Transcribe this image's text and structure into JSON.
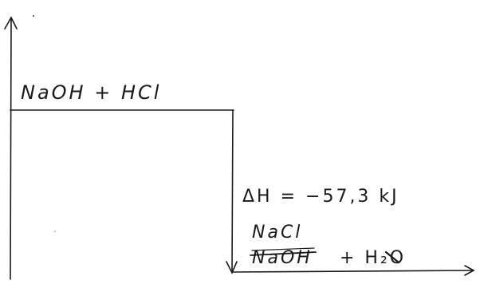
{
  "diagram": {
    "reactants_label": "NaOH + HCl",
    "enthalpy_label": "ΔH = −57,3 kJ",
    "products_top": "NaCl",
    "products_bottom_struck": "NaOH",
    "products_bottom_rest": "+ H₂O"
  }
}
